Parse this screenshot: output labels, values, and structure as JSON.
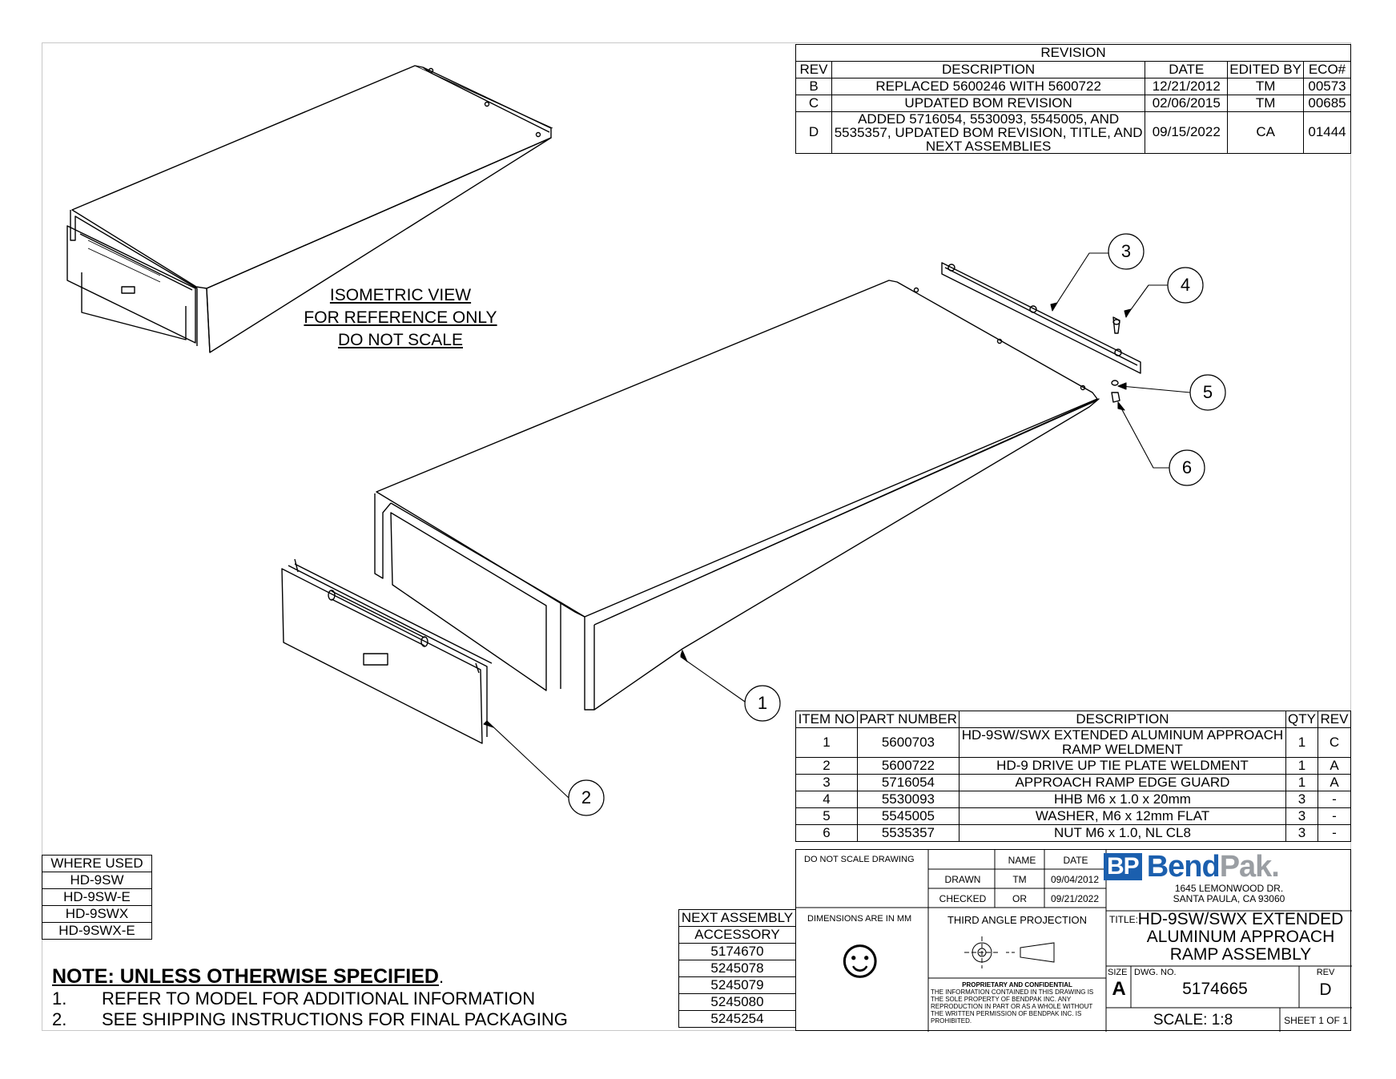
{
  "revision": {
    "title": "REVISION",
    "headers": [
      "REV",
      "DESCRIPTION",
      "DATE",
      "EDITED BY",
      "ECO#"
    ],
    "rows": [
      [
        "B",
        "REPLACED 5600246 WITH 5600722",
        "12/21/2012",
        "TM",
        "00573"
      ],
      [
        "C",
        "UPDATED BOM REVISION",
        "02/06/2015",
        "TM",
        "00685"
      ]
    ],
    "row_d": {
      "rev": "D",
      "desc1": "ADDED 5716054, 5530093, 5545005, AND",
      "desc2": "5535357, UPDATED BOM REVISION, TITLE, AND",
      "desc3": "NEXT ASSEMBLIES",
      "date": "09/15/2022",
      "by": "CA",
      "eco": "01444"
    }
  },
  "iso_label": [
    "ISOMETRIC VIEW",
    "FOR REFERENCE ONLY",
    "DO NOT SCALE"
  ],
  "balloons": [
    "1",
    "2",
    "3",
    "4",
    "5",
    "6"
  ],
  "bom": {
    "headers": [
      "ITEM NO",
      "PART NUMBER",
      "DESCRIPTION",
      "QTY",
      "REV"
    ],
    "item1": {
      "no": "1",
      "part": "5600703",
      "desc1": "HD-9SW/SWX EXTENDED ALUMINUM APPROACH",
      "desc2": "RAMP WELDMENT",
      "qty": "1",
      "rev": "C"
    },
    "rows": [
      [
        "2",
        "5600722",
        "HD-9 DRIVE UP TIE PLATE WELDMENT",
        "1",
        "A"
      ],
      [
        "3",
        "5716054",
        "APPROACH RAMP EDGE GUARD",
        "1",
        "A"
      ],
      [
        "4",
        "5530093",
        "HHB M6 x 1.0 x 20mm",
        "3",
        "-"
      ],
      [
        "5",
        "5545005",
        "WASHER, M6 x 12mm FLAT",
        "3",
        "-"
      ],
      [
        "6",
        "5535357",
        "NUT M6 x 1.0, NL CL8",
        "3",
        "-"
      ]
    ]
  },
  "where_used": {
    "title": "WHERE USED",
    "items": [
      "HD-9SW",
      "HD-9SW-E",
      "HD-9SWX",
      "HD-9SWX-E"
    ]
  },
  "next_assembly": {
    "title": "NEXT ASSEMBLY",
    "items": [
      "ACCESSORY",
      "5174670",
      "5245078",
      "5245079",
      "5245080",
      "5245254"
    ]
  },
  "note": {
    "head": "NOTE: UNLESS OTHERWISE SPECIFIED",
    "items": [
      {
        "num": "1.",
        "text": "REFER TO MODEL FOR ADDITIONAL INFORMATION"
      },
      {
        "num": "2.",
        "text": "SEE SHIPPING INSTRUCTIONS FOR FINAL PACKAGING"
      }
    ]
  },
  "title_block": {
    "do_not_scale": "DO NOT SCALE DRAWING",
    "name_label": "NAME",
    "date_label": "DATE",
    "drawn_label": "DRAWN",
    "drawn_name": "TM",
    "drawn_date": "09/04/2012",
    "checked_label": "CHECKED",
    "checked_name": "OR",
    "checked_date": "09/21/2022",
    "dimensions": "DIMENSIONS ARE IN MM",
    "projection": "THIRD ANGLE PROJECTION",
    "smiley": "☺",
    "proprietary_head": "PROPRIETARY AND CONFIDENTIAL",
    "proprietary_lines": [
      "THE INFORMATION CONTAINED IN THIS DRAWING IS",
      "THE SOLE PROPERTY OF BENDPAK INC. ANY",
      "REPRODUCTION IN PART OR AS A WHOLE WITHOUT",
      "THE WRITTEN PERMISSION OF BENDPAK INC. IS",
      "PROHIBITED."
    ],
    "logo_bp": "BP",
    "logo_bend": "Bend",
    "logo_pak": "Pak.",
    "address1": "1645 LEMONWOOD DR.",
    "address2": "SANTA PAULA, CA 93060",
    "title_label": "TITLE:",
    "title_lines": [
      "HD-9SW/SWX EXTENDED",
      "ALUMINUM APPROACH",
      "RAMP ASSEMBLY"
    ],
    "size_label": "SIZE",
    "size": "A",
    "dwg_label": "DWG.  NO.",
    "dwg_no": "5174665",
    "rev_label": "REV",
    "rev": "D",
    "scale": "SCALE: 1:8",
    "sheet": "SHEET 1 OF 1"
  }
}
